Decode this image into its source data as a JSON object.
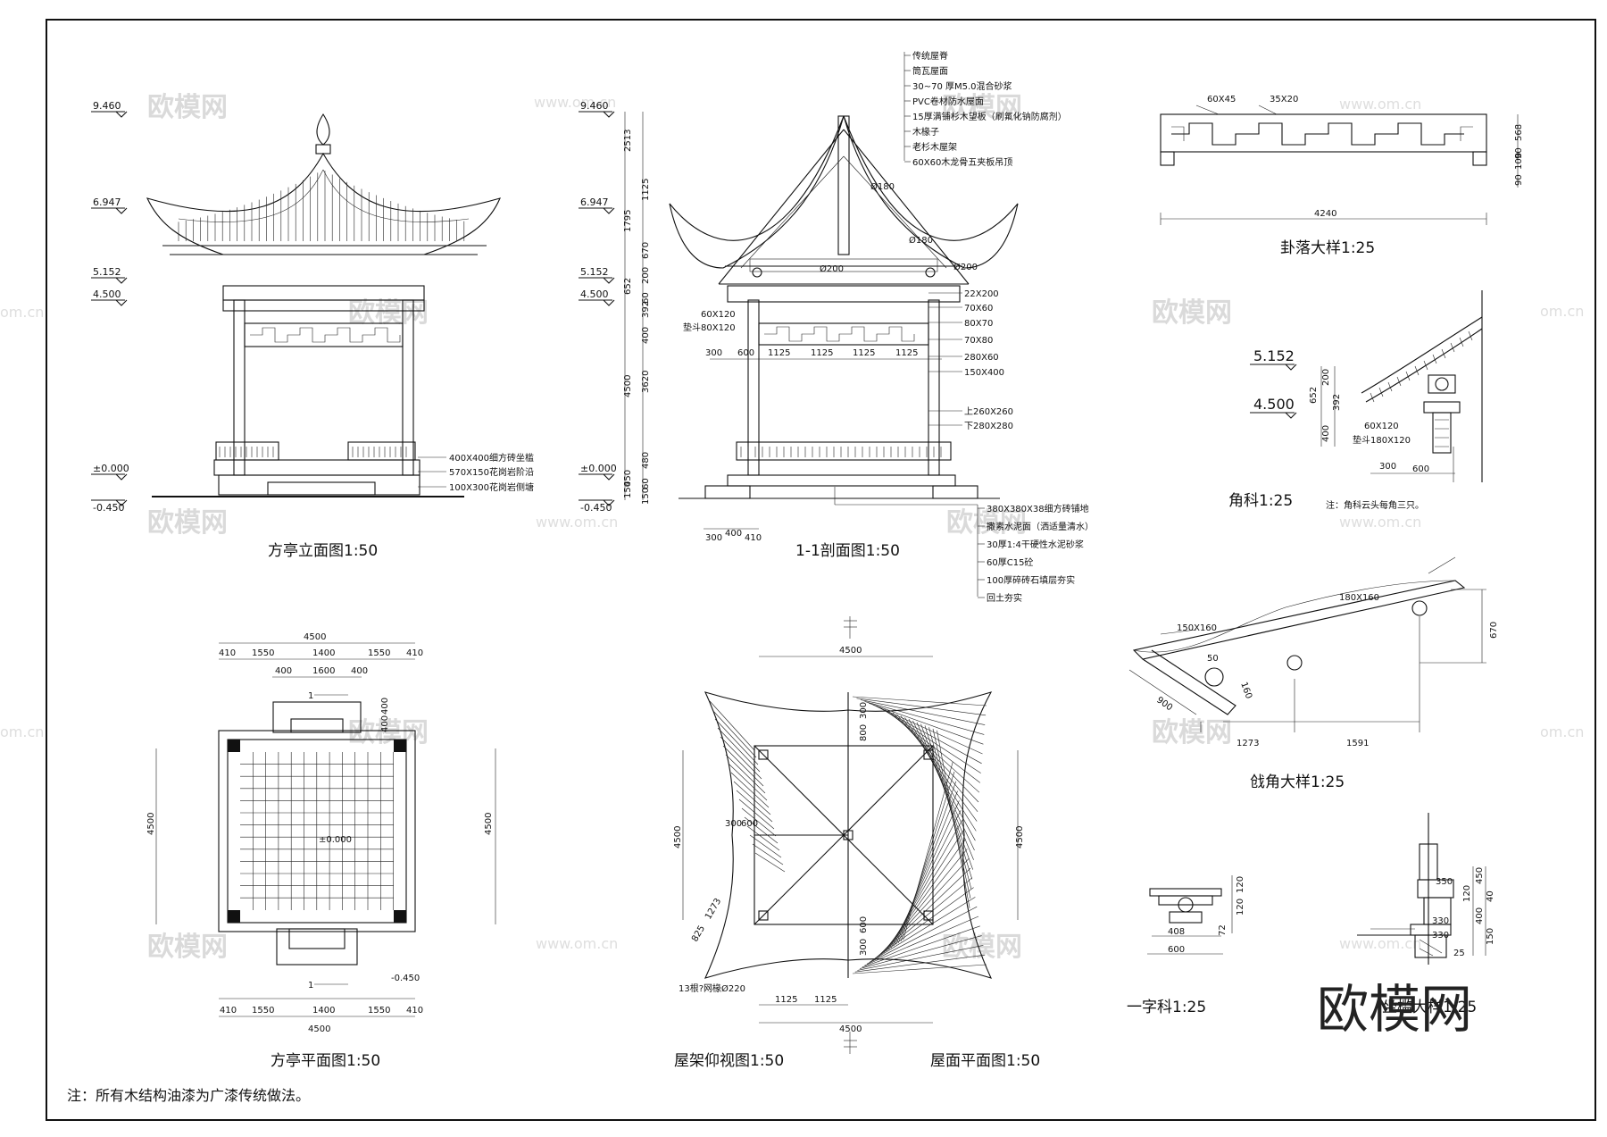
{
  "captions": {
    "elevation": "方亭立面图1:50",
    "section": "1-1剖面图1:50",
    "gualuo": "卦落大样1:25",
    "jiaoke": "角科1:25",
    "qiangjiao": "戗角大样1:25",
    "plan": "方亭平面图1:50",
    "frame": "屋架仰视图1:50",
    "roof": "屋面平面图1:50",
    "yizike": "一字科1:25",
    "zuojian": "坐槛大样1:25"
  },
  "footnote": "注：所有木结构油漆为广漆传统做法。",
  "watermark": {
    "big": "欧模网",
    "small": "www.om.cn",
    "edge": "om.cn",
    "logo": "欧模网"
  },
  "levels": {
    "l9460": "9.460",
    "l6947": "6.947",
    "l5152": "5.152",
    "l4500": "4.500",
    "l0": "±0.000",
    "lm450": "-0.450"
  },
  "elevation_notes": [
    "400X400细方砖坐槛",
    "570X150花岗岩阶沿",
    "100X300花岗岩侧塘"
  ],
  "roof_notes": [
    "传统屋脊",
    "筒瓦屋面",
    "30~70 厚M5.0混合砂浆",
    "PVC卷材防水屋面",
    "15厚满铺杉木望板（刷氟化钠防腐剂）",
    "木椽子",
    "老杉木屋架",
    "60X60木龙骨五夹板吊顶"
  ],
  "floor_notes": [
    "380X380X38细方砖铺地",
    "撒素水泥面（洒适量清水）",
    "30厚1:4干硬性水泥砂浆",
    "60厚C15砼",
    "100厚碎砖石填层夯实",
    "回土夯实"
  ],
  "section_members": [
    "22X200",
    "70X60",
    "80X70",
    "70X80",
    "280X60",
    "150X400",
    "上260X260",
    "下280X280"
  ],
  "section_left": [
    "60X120",
    "垫斗80X120"
  ],
  "section_dims_v": [
    "2513",
    "1125",
    "1795",
    "670",
    "200",
    "652",
    "60",
    "392",
    "400",
    "4500",
    "3620",
    "450",
    "150",
    "480",
    "60",
    "150"
  ],
  "section_dims_h": [
    "300",
    "600",
    "1125",
    "1125",
    "1125",
    "1125"
  ],
  "section_foot": [
    "300",
    "400",
    "410"
  ],
  "round": [
    "Ø180",
    "Ø180",
    "Ø200",
    "Ø200"
  ],
  "gualuo_dims": [
    "60X45",
    "35X20",
    "4240",
    "568",
    "90",
    "100",
    "90"
  ],
  "jiaoke_dims": [
    "200",
    "652",
    "392",
    "400",
    "60X120",
    "垫斗180X120",
    "300",
    "600"
  ],
  "jiaoke_note": "注：角科云头每角三只。",
  "qiangjiao_dims": [
    "180X160",
    "150X160",
    "670",
    "900",
    "1273",
    "1591",
    "50",
    "160"
  ],
  "plan_dims_top": [
    "4500",
    "410",
    "1550",
    "1400",
    "1550",
    "410",
    "400",
    "1600",
    "400"
  ],
  "plan_dims_side": [
    "4500",
    "4500",
    "400",
    "400"
  ],
  "plan_level": "±0.000",
  "plan_level2": "-0.450",
  "plan_dims_bottom": [
    "410",
    "1550",
    "1400",
    "1550",
    "410",
    "4500"
  ],
  "section_mark": "1",
  "frame_dims": [
    "4500",
    "4500",
    "4500",
    "4500",
    "300",
    "600",
    "800",
    "300",
    "600",
    "300",
    "1125",
    "1125",
    "1273",
    "825"
  ],
  "frame_note": "13根?网椽Ø220",
  "yizike_dims": [
    "120",
    "120",
    "72",
    "408",
    "600"
  ],
  "zuojian_dims": [
    "450",
    "120",
    "40",
    "400",
    "150",
    "25",
    "330",
    "330",
    "350"
  ]
}
